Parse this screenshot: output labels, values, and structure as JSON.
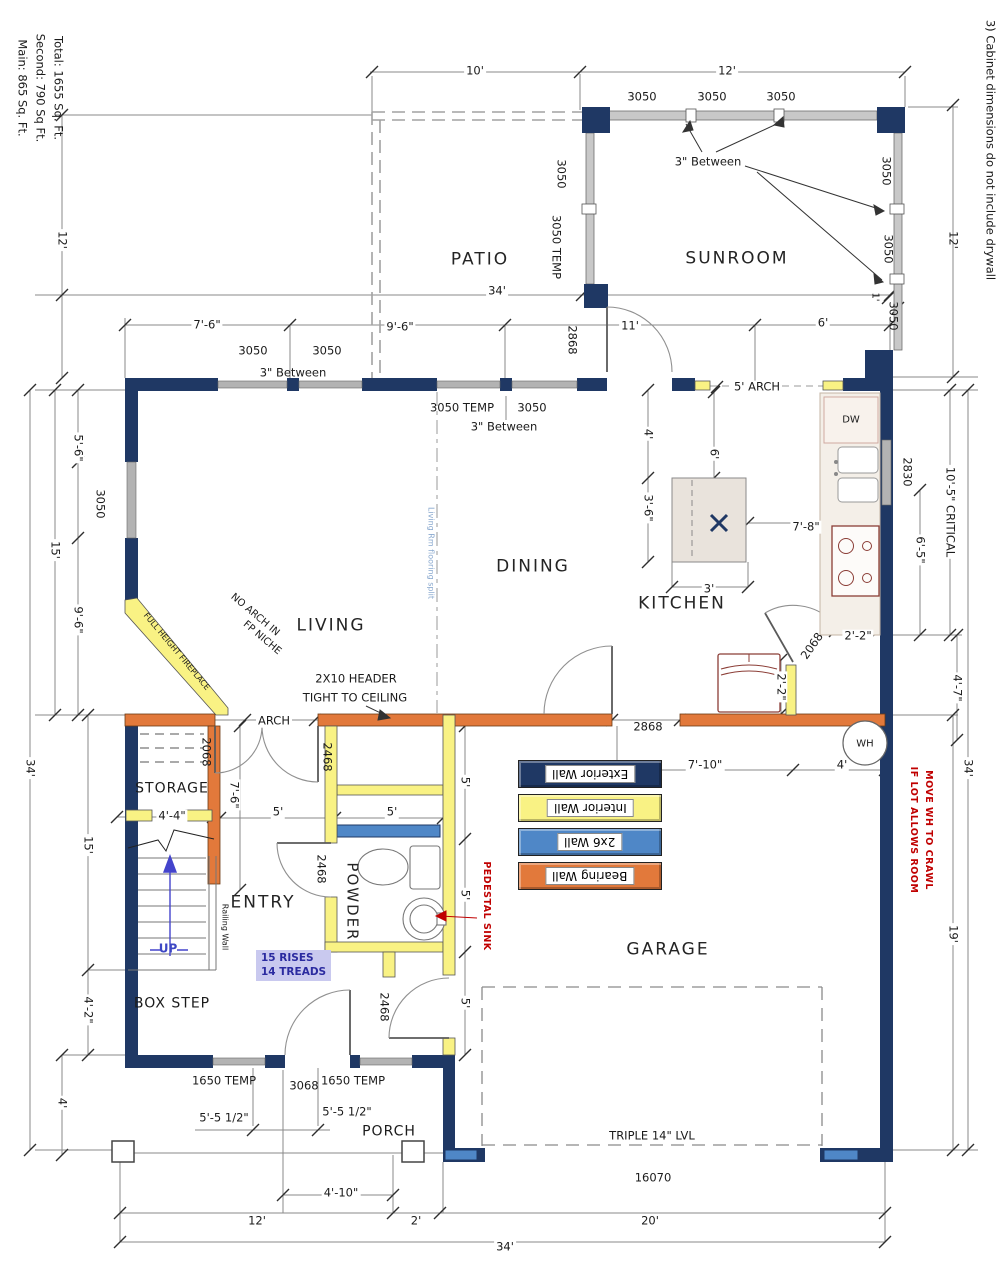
{
  "title_block": {
    "main": "Main: 865 Sq. Ft.",
    "second": "Second: 790 Sq Ft.",
    "total": "Total: 1655 Sq. Ft."
  },
  "note_right": "3) Cabinet dimensions do not include drywall",
  "rooms": {
    "patio": "PATIO",
    "sunroom": "SUNROOM",
    "living": "LIVING",
    "dining": "DINING",
    "kitchen": "KITCHEN",
    "entry": "ENTRY",
    "powder": "POWDER",
    "storage": "STORAGE",
    "garage": "GARAGE",
    "porch": "PORCH",
    "box_step": "BOX STEP"
  },
  "legend": {
    "items": [
      {
        "label": "Exterior Wall",
        "color": "#1f3864"
      },
      {
        "label": "Interior Wall",
        "color": "#f9f284"
      },
      {
        "label": "2x6 Wall",
        "color": "#4f87c7"
      },
      {
        "label": "Bearing Wall",
        "color": "#e2793b"
      }
    ]
  },
  "openings": {
    "w3050": "3050",
    "w3050_temp": "3050 TEMP",
    "w2830": "2830",
    "w1650_temp": "1650 TEMP",
    "d2868": "2868",
    "d2468": "2468",
    "d2068": "2068",
    "d3068": "3068",
    "garage_door": "16070",
    "arch": "ARCH",
    "arch_5": "5' ARCH",
    "between": "3\" Between",
    "wh": "WH",
    "dw": "DW"
  },
  "dims": {
    "ft10": "10'",
    "ft12": "12'",
    "ft34": "34'",
    "ft11": "11'",
    "ft6": "6'",
    "ft7_6": "7'-6\"",
    "ft9_6": "9'-6\"",
    "ft5_6": "5'-6\"",
    "ft15": "15'",
    "ft4": "4'",
    "ft4_2": "4'-2\"",
    "ft4_4": "4'-4\"",
    "ft3_6": "3'-6\"",
    "ft3": "3'",
    "ft7_8": "7'-8\"",
    "ft10_5": "10'-5\" CRITICAL",
    "ft6_5": "6'-5\"",
    "ft2_2": "2'-2\"",
    "ft4_7": "4'-7\"",
    "ft7_10": "7'-10\"",
    "ft19": "19'",
    "ft20": "20'",
    "ft2": "2'",
    "ft5": "5'",
    "ft5_5_half": "5'-5 1/2\"",
    "ft4_10": "4'-10\"",
    "ft1": "1'"
  },
  "annotations": {
    "no_arch_1": "NO ARCH IN",
    "no_arch_2": "FP NICHE",
    "full_height_fireplace": "FULL HEIGHT FIREPLACE",
    "header_1": "2X10 HEADER",
    "header_2": "TIGHT TO CEILING",
    "flooring_split": "Living Rm flooring split",
    "rises": "15 RISES",
    "treads": "14 TREADS",
    "railing_wall": "Railing Wall",
    "pedestal_sink": "PEDESTAL SINK",
    "move_wh_1": "MOVE WH TO CRAWL",
    "move_wh_2": "IF LOT ALLOWS ROOM",
    "triple_lvl": "TRIPLE 14\" LVL",
    "up": "UP"
  }
}
